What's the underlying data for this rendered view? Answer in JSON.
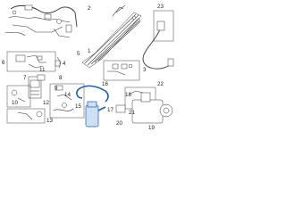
{
  "diagram": {
    "highlight_color": "#1f5fa8",
    "line_color": "#333333",
    "callouts": {
      "c1": "1",
      "c2": "2",
      "c3": "3",
      "c4": "4",
      "c5": "5",
      "c6": "6",
      "c7": "7",
      "c8": "8",
      "c9": "9",
      "c10": "10",
      "c11": "11",
      "c12": "12",
      "c13": "13",
      "c14": "14",
      "c15": "15",
      "c16": "16",
      "c17": "17",
      "c18": "18",
      "c19": "19",
      "c20": "20",
      "c21": "21",
      "c22": "22",
      "c23": "23"
    }
  }
}
